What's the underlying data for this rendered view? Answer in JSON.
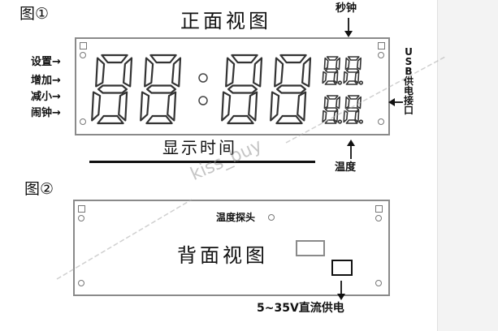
{
  "figure1": {
    "label": "图①",
    "title": "正面视图",
    "seconds_label": "秒钟",
    "usb_label": "USB供电接口",
    "display_label": "显示时间",
    "temperature_label": "温度",
    "left_labels": [
      "设置",
      "增加",
      "减小",
      "闹钟"
    ],
    "main_digits": [
      "8",
      "8",
      "8",
      "8"
    ],
    "small_digits_top": [
      "8",
      "8"
    ],
    "small_digits_bottom": [
      "8",
      "8"
    ]
  },
  "figure2": {
    "label": "图②",
    "title": "背面视图",
    "probe_label": "温度探头",
    "power_label": "5~35V直流供电"
  },
  "watermark": "kiss_buy"
}
